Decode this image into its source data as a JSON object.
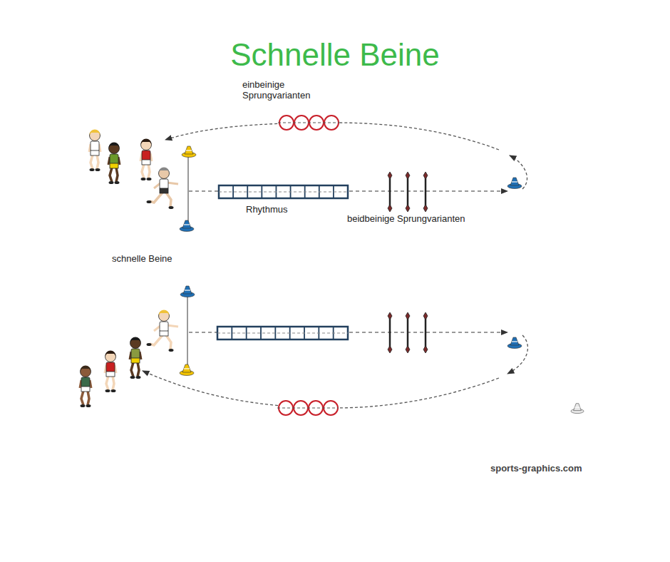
{
  "diagram": {
    "title": "Schnelle Beine",
    "labels": [
      "einbeinige Sprungvarianten",
      "Rhythmus",
      "beidbeinige Sprungvarianten",
      "schnelle Beine",
      "sports-graphics.com"
    ]
  }
}
